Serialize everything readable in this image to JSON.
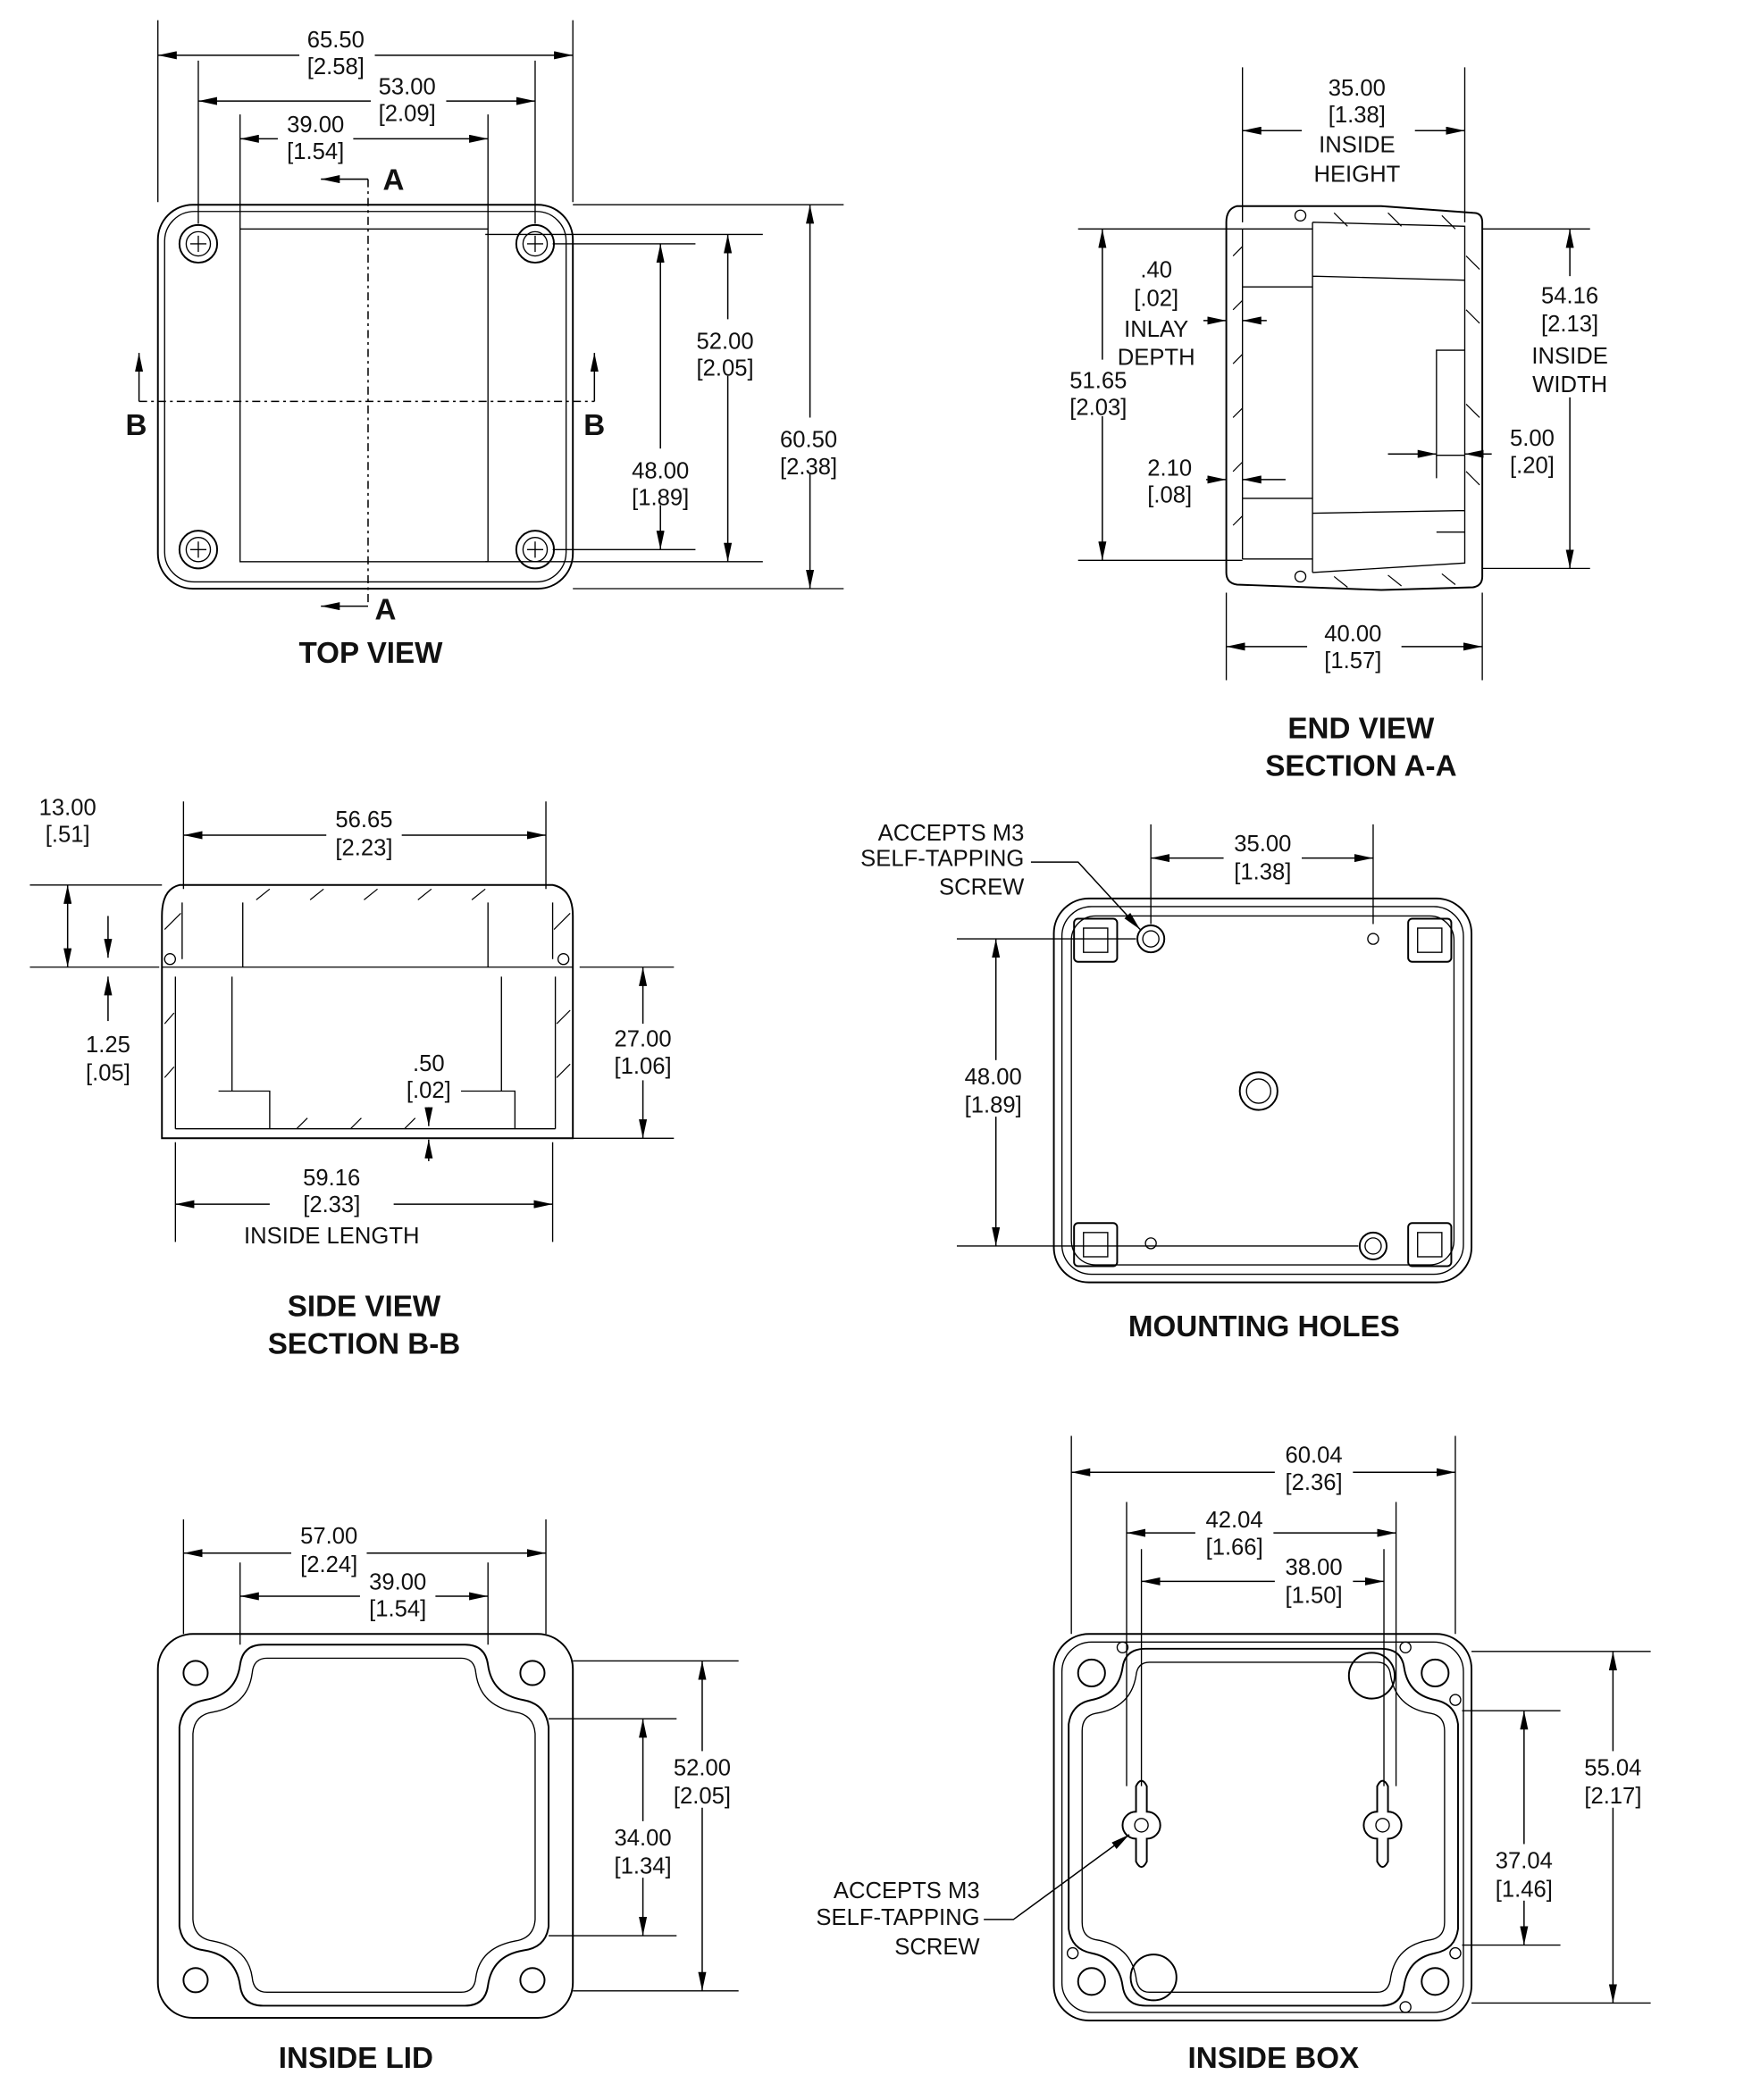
{
  "top": {
    "title": "TOP VIEW",
    "section_a": "A",
    "section_b": "B",
    "dims": [
      {
        "mm": "65.50",
        "in": "[2.58]"
      },
      {
        "mm": "53.00",
        "in": "[2.09]"
      },
      {
        "mm": "39.00",
        "in": "[1.54]"
      },
      {
        "mm": "60.50",
        "in": "[2.38]"
      },
      {
        "mm": "52.00",
        "in": "[2.05]"
      },
      {
        "mm": "48.00",
        "in": "[1.89]"
      }
    ]
  },
  "end": {
    "title": "END VIEW",
    "subtitle": "SECTION A-A",
    "dims": [
      {
        "mm": "35.00",
        "in": "[1.38]",
        "note1": "INSIDE",
        "note2": "HEIGHT"
      },
      {
        "mm": "54.16",
        "in": "[2.13]",
        "note1": "INSIDE",
        "note2": "WIDTH"
      },
      {
        "mm": "51.65",
        "in": "[2.03]"
      },
      {
        "mm": ".40",
        "in": "[.02]",
        "note1": "INLAY",
        "note2": "DEPTH"
      },
      {
        "mm": "2.10",
        "in": "[.08]"
      },
      {
        "mm": "5.00",
        "in": "[.20]"
      },
      {
        "mm": "40.00",
        "in": "[1.57]"
      }
    ]
  },
  "side": {
    "title": "SIDE VIEW",
    "subtitle": "SECTION B-B",
    "dims": [
      {
        "mm": "13.00",
        "in": "[.51]"
      },
      {
        "mm": "56.65",
        "in": "[2.23]"
      },
      {
        "mm": "1.25",
        "in": "[.05]"
      },
      {
        "mm": "27.00",
        "in": "[1.06]"
      },
      {
        "mm": ".50",
        "in": "[.02]"
      },
      {
        "mm": "59.16",
        "in": "[2.33]",
        "note1": "INSIDE LENGTH"
      }
    ]
  },
  "mounting": {
    "title": "MOUNTING HOLES",
    "callout": [
      "ACCEPTS M3",
      "SELF-TAPPING",
      "SCREW"
    ],
    "dims": [
      {
        "mm": "35.00",
        "in": "[1.38]"
      },
      {
        "mm": "48.00",
        "in": "[1.89]"
      }
    ]
  },
  "lid": {
    "title": "INSIDE LID",
    "dims": [
      {
        "mm": "57.00",
        "in": "[2.24]"
      },
      {
        "mm": "39.00",
        "in": "[1.54]"
      },
      {
        "mm": "52.00",
        "in": "[2.05]"
      },
      {
        "mm": "34.00",
        "in": "[1.34]"
      }
    ]
  },
  "box": {
    "title": "INSIDE BOX",
    "callout": [
      "ACCEPTS M3",
      "SELF-TAPPING",
      "SCREW"
    ],
    "dims": [
      {
        "mm": "60.04",
        "in": "[2.36]"
      },
      {
        "mm": "42.04",
        "in": "[1.66]"
      },
      {
        "mm": "38.00",
        "in": "[1.50]"
      },
      {
        "mm": "55.04",
        "in": "[2.17]"
      },
      {
        "mm": "37.04",
        "in": "[1.46]"
      }
    ]
  }
}
